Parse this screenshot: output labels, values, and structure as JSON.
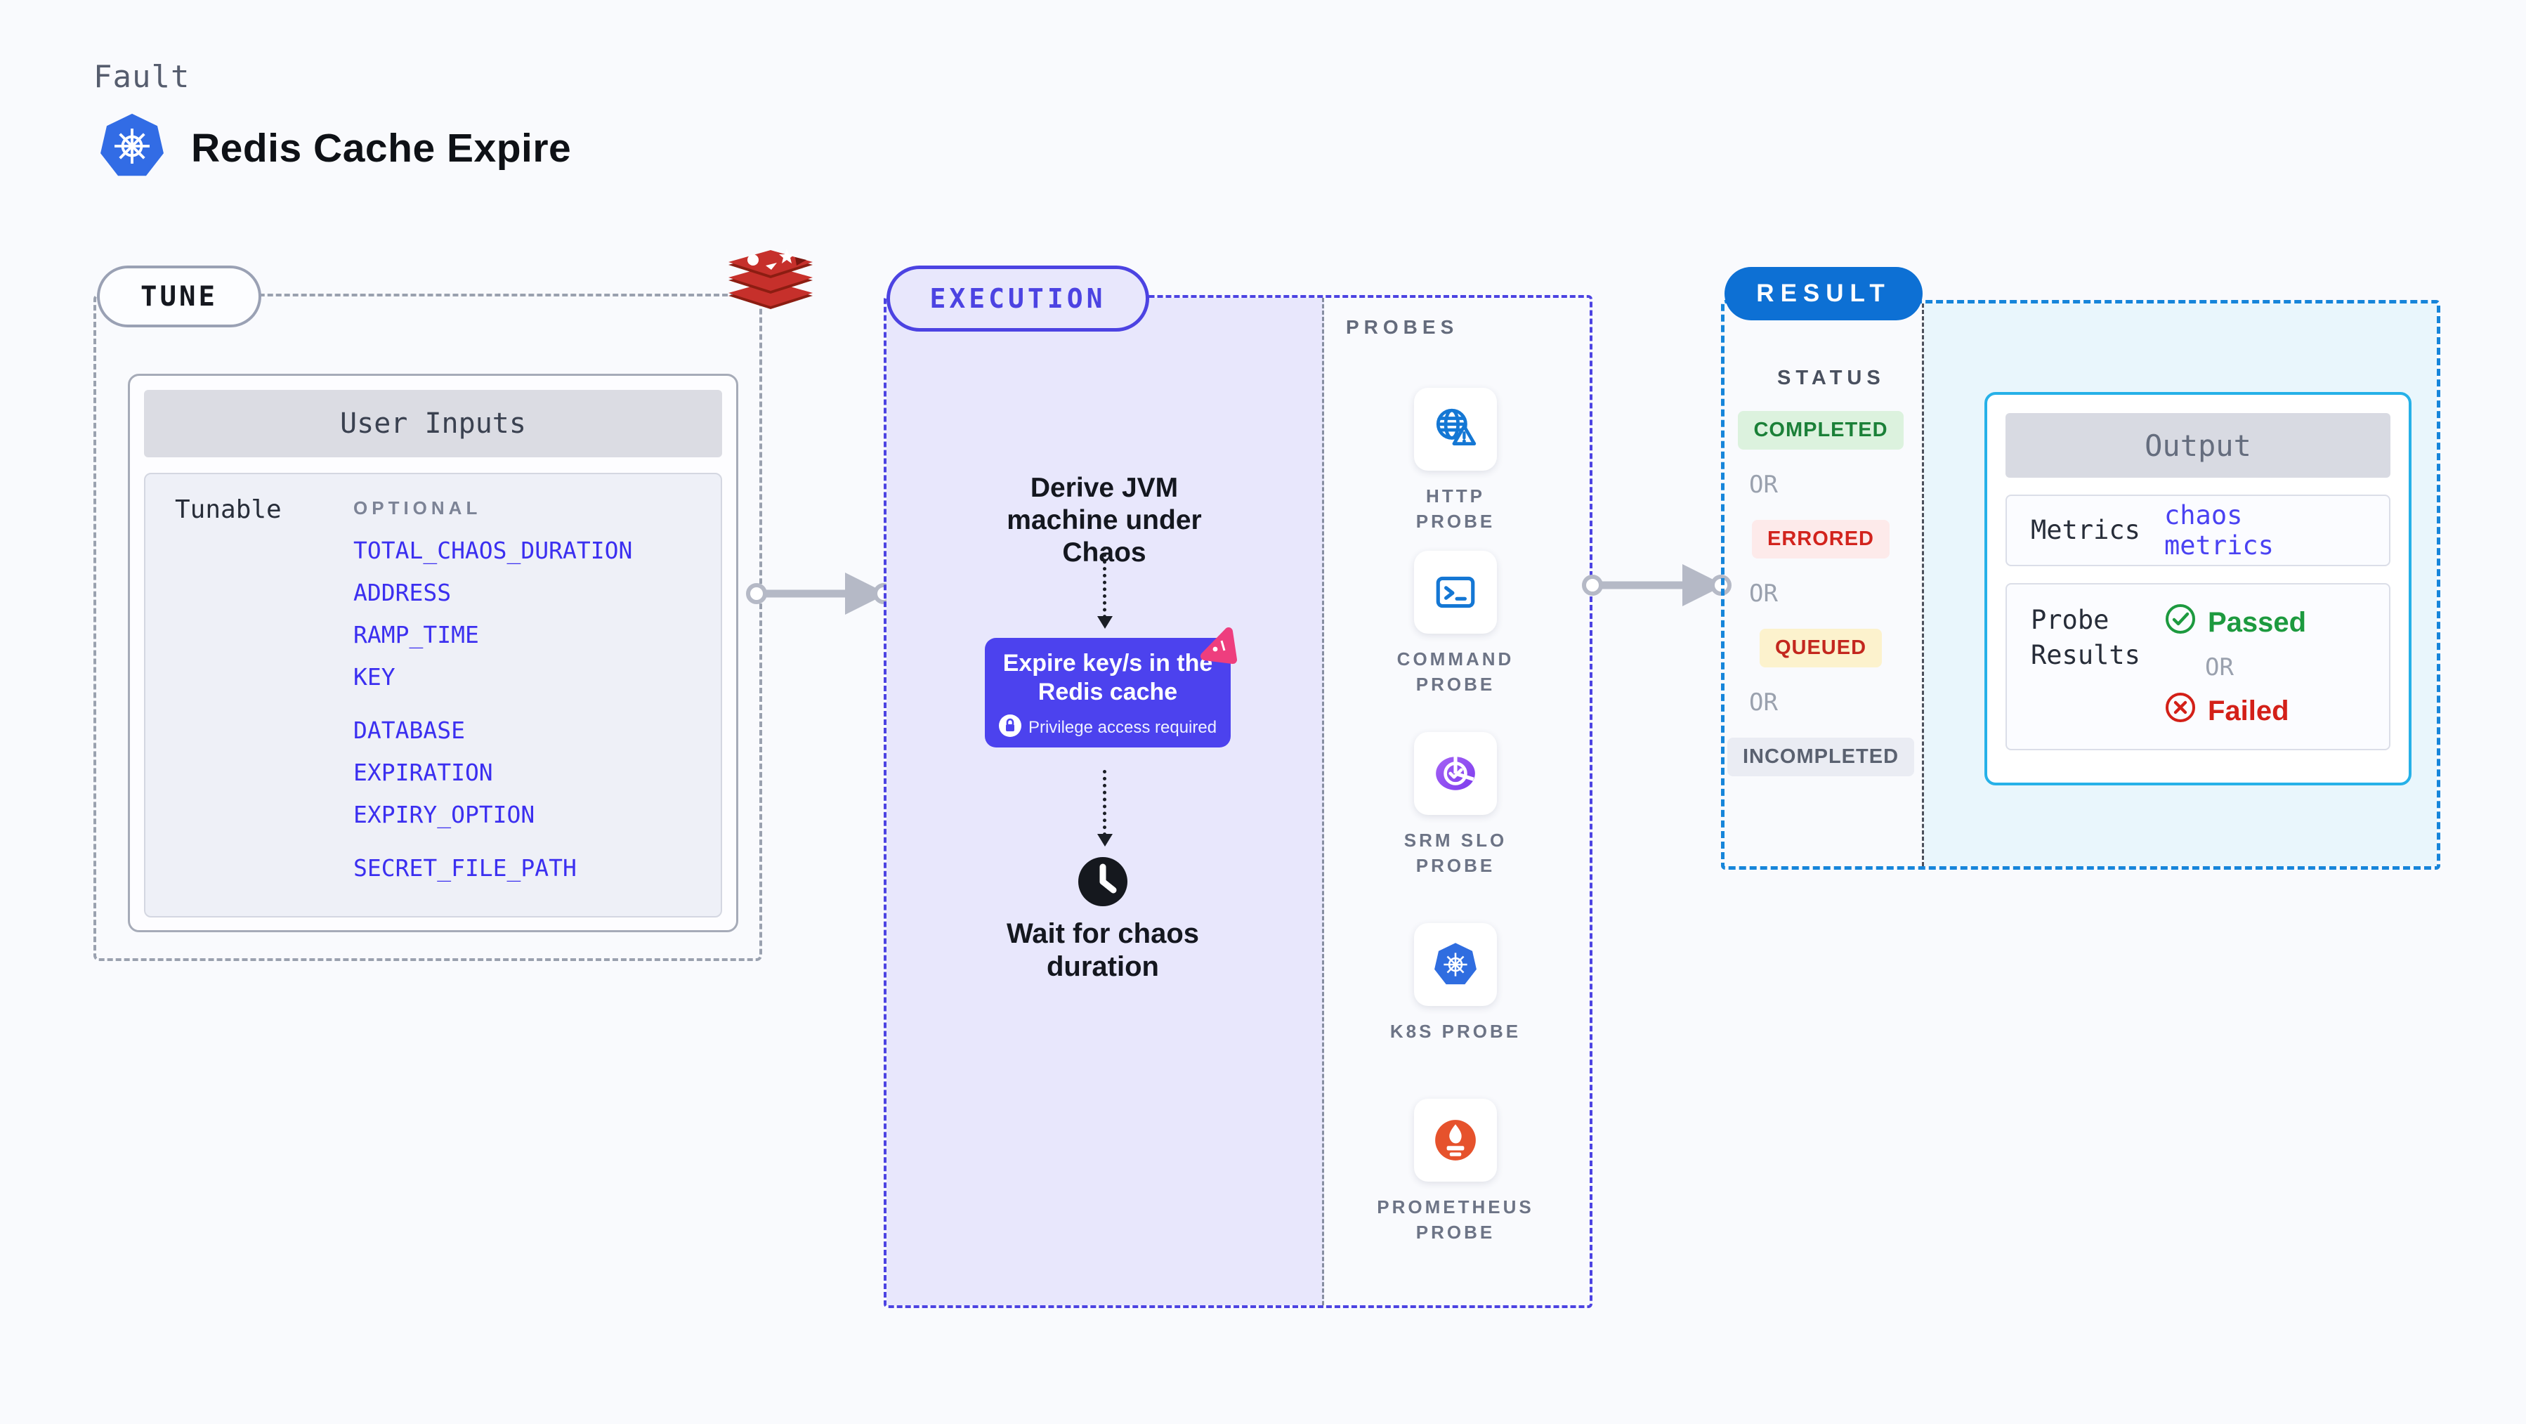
{
  "colors": {
    "page_bg": "#f9fafd",
    "tune_border": "#9aa1af",
    "execution_accent": "#4c43e2",
    "execution_fill": "#e8e7fc",
    "action_box": "#4c42ee",
    "result_accent": "#1685da",
    "result_pill": "#0d70d4",
    "output_border": "#26b1e8",
    "output_fill": "#e9f6fc",
    "param_link": "#3b2ff0",
    "success": "#1b8038",
    "error": "#d2231d",
    "queued": "#c3271e",
    "muted": "#5a6170",
    "litmus_pink": "#ee3e7e",
    "redis_red": "#c6302b",
    "kubernetes_blue": "#326ce5",
    "probe_icon_blue": "#1477d4",
    "prometheus_orange": "#e6522c",
    "srm_purple": "#8b4df0"
  },
  "header": {
    "kicker": "Fault",
    "title": "Redis Cache Expire"
  },
  "tune": {
    "pill": "TUNE",
    "card_title": "User Inputs",
    "row_label": "Tunable",
    "row_tag": "OPTIONAL",
    "params": [
      "TOTAL_CHAOS_DURATION",
      "ADDRESS",
      "RAMP_TIME",
      "KEY",
      "DATABASE",
      "EXPIRATION",
      "EXPIRY_OPTION",
      "SECRET_FILE_PATH"
    ]
  },
  "execution": {
    "pill": "EXECUTION",
    "step_derive": "Derive JVM machine under Chaos",
    "action_title": "Expire key/s in the Redis cache",
    "action_note": "Privilege access required",
    "step_wait": "Wait for chaos duration"
  },
  "probes": {
    "title": "PROBES",
    "items": [
      {
        "label": "HTTP PROBE",
        "icon": "globe-alert-icon"
      },
      {
        "label": "COMMAND PROBE",
        "icon": "terminal-icon"
      },
      {
        "label": "SRM SLO PROBE",
        "icon": "gauge-check-icon"
      },
      {
        "label": "K8S PROBE",
        "icon": "kubernetes-icon"
      },
      {
        "label": "PROMETHEUS PROBE",
        "icon": "prometheus-icon"
      }
    ]
  },
  "result": {
    "pill": "RESULT",
    "status_title": "STATUS",
    "or": "OR",
    "statuses": [
      {
        "label": "COMPLETED",
        "type": "success"
      },
      {
        "label": "ERRORED",
        "type": "error"
      },
      {
        "label": "QUEUED",
        "type": "queued"
      },
      {
        "label": "INCOMPLETED",
        "type": "muted"
      }
    ],
    "output": {
      "title": "Output",
      "metrics_label": "Metrics",
      "metrics_value": "chaos metrics",
      "probe_results_label": "Probe Results",
      "passed": "Passed",
      "or": "OR",
      "failed": "Failed"
    }
  }
}
